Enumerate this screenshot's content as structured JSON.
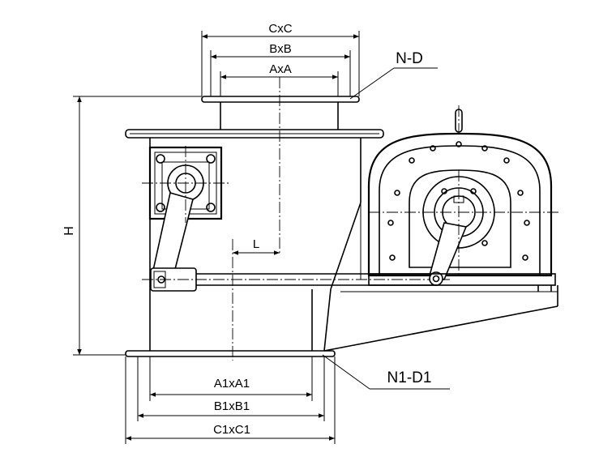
{
  "dimensions": {
    "top_outer": "CxC",
    "top_mid": "BxB",
    "top_inner": "AxA",
    "height": "H",
    "offset": "L",
    "bottom_inner": "A1xA1",
    "bottom_mid": "B1xB1",
    "bottom_outer": "C1xC1"
  },
  "callouts": {
    "top_flange": "N-D",
    "bottom_flange": "N1-D1"
  },
  "colors": {
    "line": "#000000",
    "background": "#ffffff"
  }
}
